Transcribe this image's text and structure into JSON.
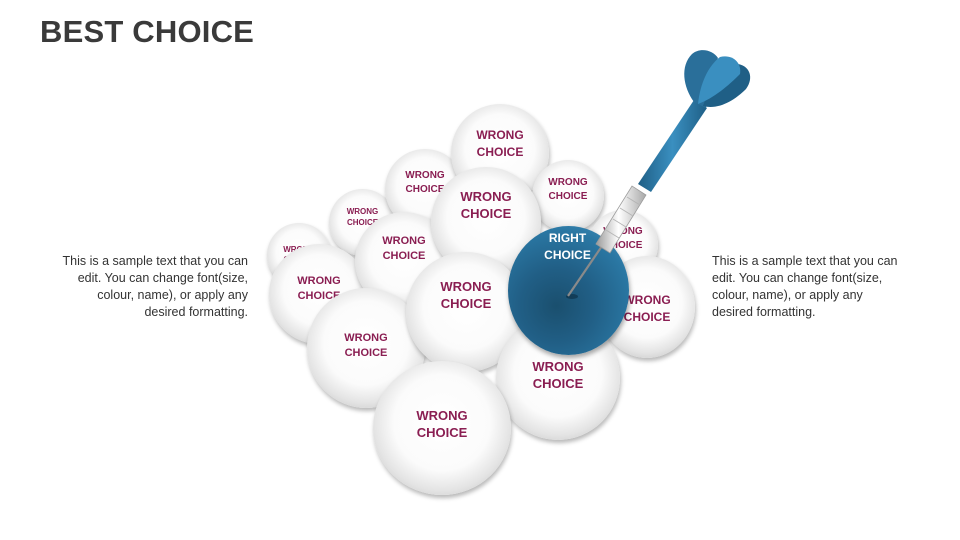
{
  "title": "BEST CHOICE",
  "left_text": "This is a sample text that you can edit. You can change font(size, colour, name), or apply any desired formatting.",
  "right_text": "This is a sample text that you can edit. You can change font(size, colour, name), or apply any desired formatting.",
  "wrong_label": "WRONG CHOICE",
  "right_label": "RIGHT CHOICE",
  "colors": {
    "title": "#3a3a3a",
    "wrong_text": "#8a1e52",
    "right_ball": "#2a77a3",
    "dart": "#2a77a3"
  }
}
